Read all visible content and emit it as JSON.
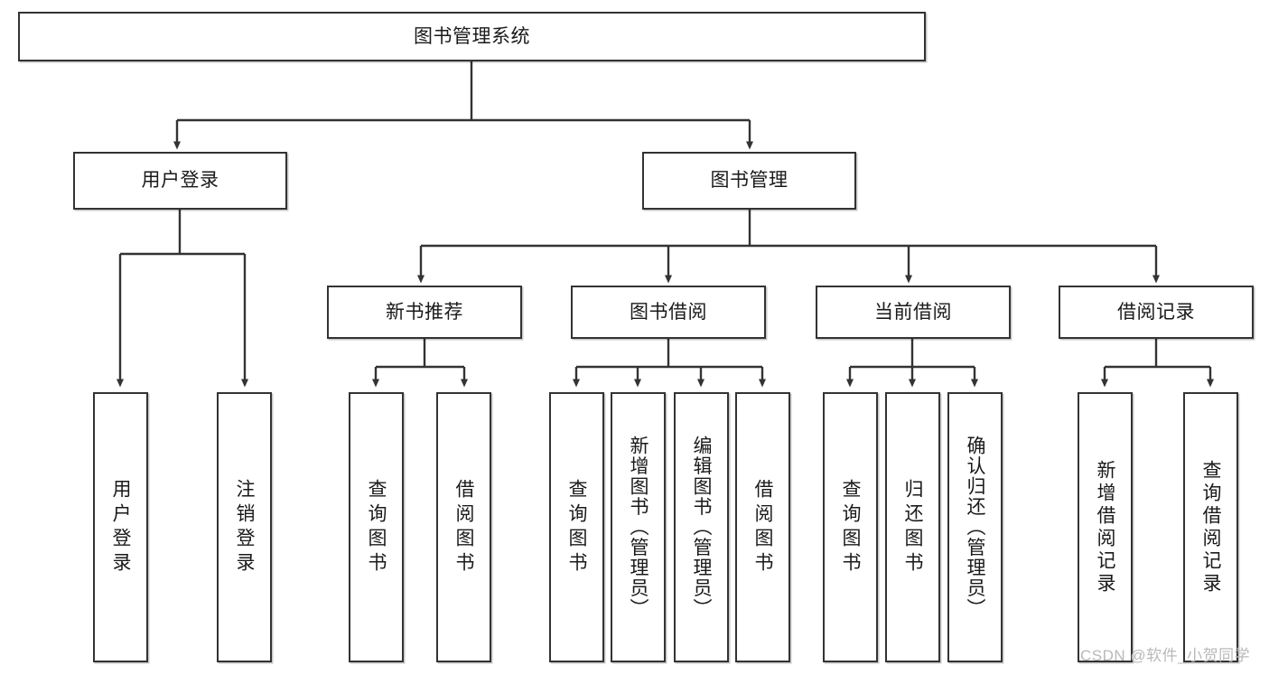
{
  "diagram": {
    "type": "tree-hierarchy-chart",
    "title": "图书管理系统",
    "watermark": "CSDN @软件_小贺同学",
    "line_color": "#333333",
    "box_border_color": "#333333",
    "box_fill_color": "#ffffff",
    "text_color": "#1a1a1a",
    "nodes": {
      "root": {
        "label": "图书管理系统"
      },
      "level2": [
        {
          "label": "用户登录"
        },
        {
          "label": "图书管理"
        }
      ],
      "level3": [
        {
          "label": "新书推荐"
        },
        {
          "label": "图书借阅"
        },
        {
          "label": "当前借阅"
        },
        {
          "label": "借阅记录"
        }
      ],
      "leaves": {
        "user_login": [
          {
            "label": "用户登录"
          },
          {
            "label": "注销登录"
          }
        ],
        "new_book_recommend": [
          {
            "label": "查询图书"
          },
          {
            "label": "借阅图书"
          }
        ],
        "book_borrow": [
          {
            "label": "查询图书"
          },
          {
            "label": "新增图书（管理员）"
          },
          {
            "label": "编辑图书（管理员）"
          },
          {
            "label": "借阅图书"
          }
        ],
        "current_borrow": [
          {
            "label": "查询图书"
          },
          {
            "label": "归还图书"
          },
          {
            "label": "确认归还（管理员）"
          }
        ],
        "borrow_record": [
          {
            "label": "新增借阅记录"
          },
          {
            "label": "查询借阅记录"
          }
        ]
      }
    }
  }
}
